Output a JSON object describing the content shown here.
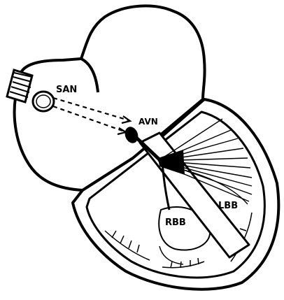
{
  "diagram": {
    "labels": {
      "san": "SAN",
      "avn": "AVN",
      "rbb": "RBB",
      "lbb": "LBB"
    },
    "colors": {
      "ink": "#000000",
      "paper": "#ffffff"
    }
  }
}
